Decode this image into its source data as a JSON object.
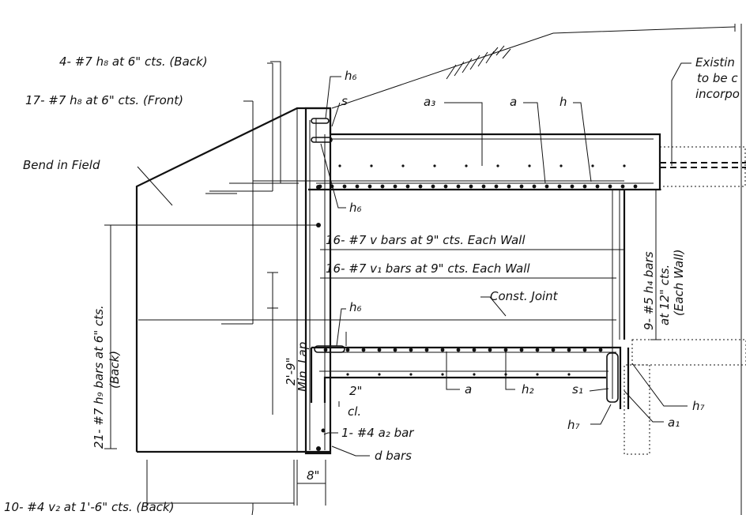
{
  "labels": {
    "h8_back": "4- #7 h₈ at 6\" cts. (Back)",
    "h8_front": "17- #7 h₈ at 6\" cts. (Front)",
    "bend_in_field": "Bend in Field",
    "h6_top": "h₆",
    "s": "s",
    "a3": "a₃",
    "a": "a",
    "h": "h",
    "existing_1": "Existin",
    "existing_2": "to be с",
    "existing_3": "incorpo",
    "h6_mid": "h₆",
    "v_bars": "16- #7 v bars at 9\" cts. Each Wall",
    "v1_bars": "16- #7 v₁ bars at 9\" cts. Each Wall",
    "h4_line1": "9- #5 h₄ bars",
    "h4_line2": "at 12\" cts.",
    "h4_line3": "(Each Wall)",
    "h6_low": "h₆",
    "const_joint": "Const. Joint",
    "h9_line1": "21- #7 h₉ bars at 6\" cts.",
    "h9_line2": "(Back)",
    "lap_line1": "2'-9\"",
    "lap_line2": "Min. Lap",
    "a_low": "a",
    "h2": "h₂",
    "s1": "s₁",
    "h7_right": "h₇",
    "a1": "a₁",
    "h7_low": "h₇",
    "clear_1": "2\"",
    "clear_2": "cl.",
    "a2_bar": "1- #4 a₂ bar",
    "d_bars": "d bars",
    "dim_8": "8\"",
    "v2": "10- #4 v₂ at 1'-6\" cts. (Back)"
  }
}
